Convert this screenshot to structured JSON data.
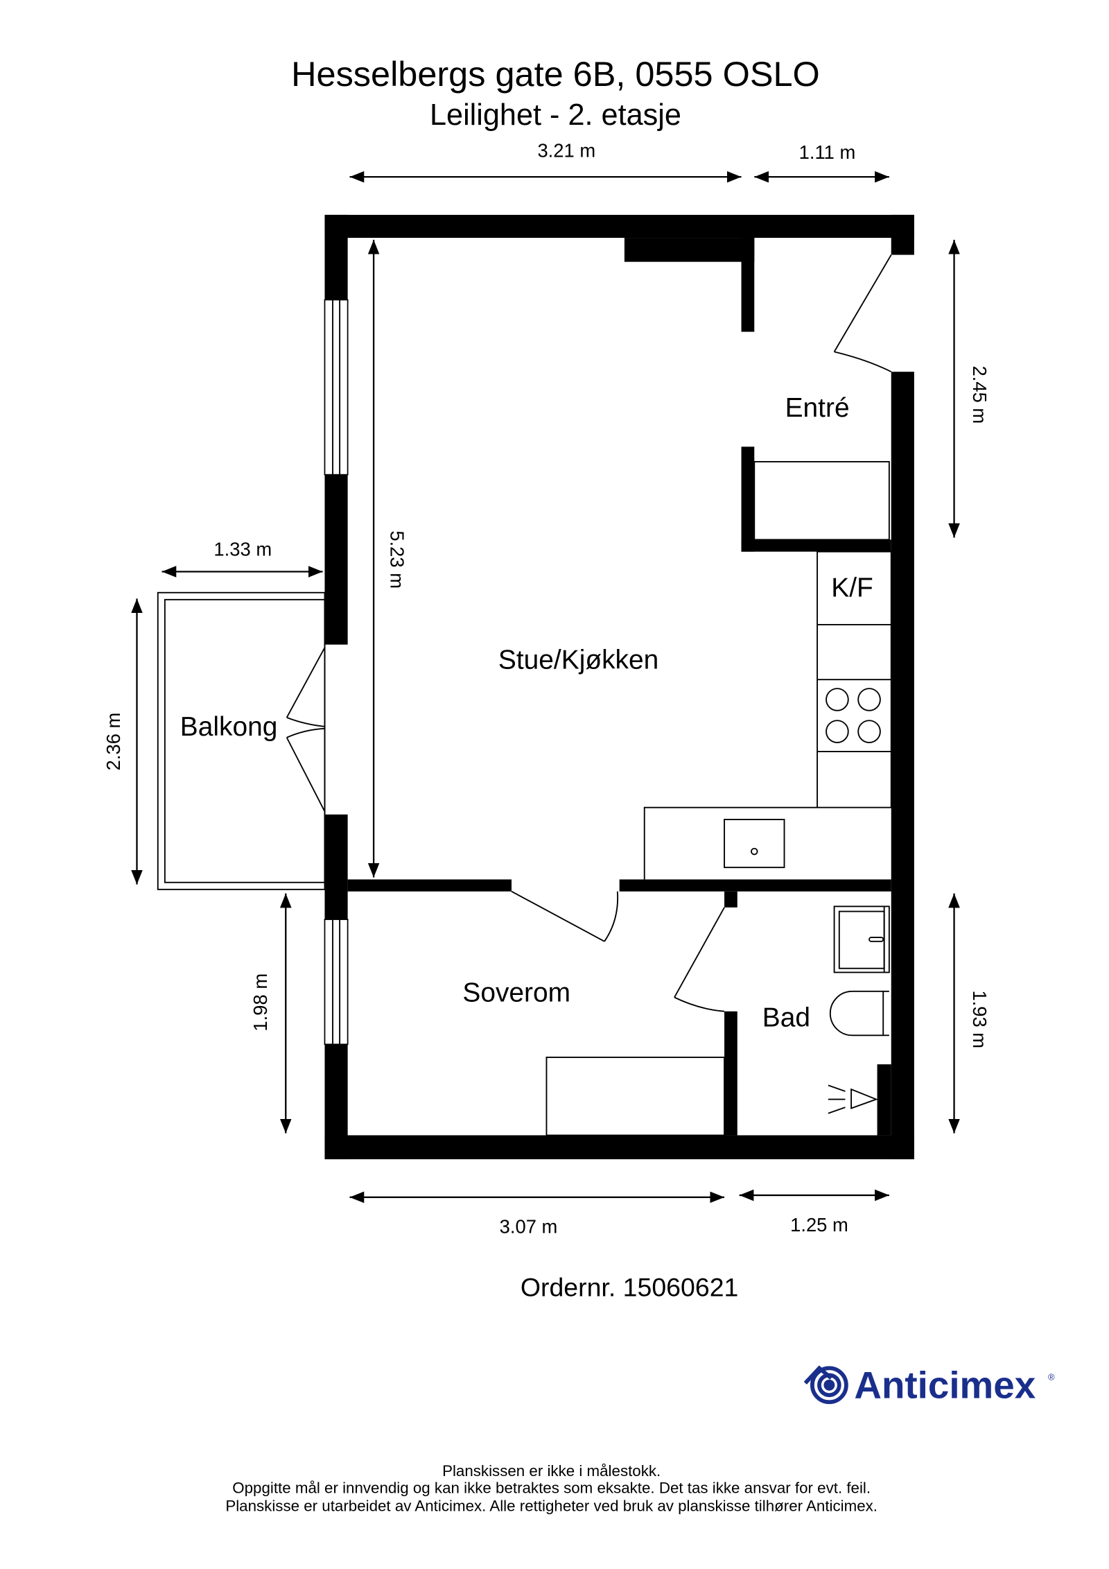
{
  "header": {
    "title": "Hesselbergs gate 6B, 0555 OSLO",
    "subtitle": "Leilighet  - 2. etasje"
  },
  "rooms": {
    "entre": "Entré",
    "kf": "K/F",
    "stue": "Stue/Kjøkken",
    "balkong": "Balkong",
    "soverom": "Soverom",
    "bad": "Bad"
  },
  "dimensions": {
    "top_left": "3.21 m",
    "top_right": "1.11 m",
    "right_upper": "2.45 m",
    "living_height": "5.23 m",
    "balcony_width": "1.33 m",
    "balcony_height": "2.36 m",
    "bedroom_height": "1.98 m",
    "bath_height": "1.93 m",
    "bottom_left": "3.07 m",
    "bottom_right": "1.25 m"
  },
  "order": "Ordernr. 15060621",
  "logo": {
    "text": "Anticimex",
    "color": "#1a2f8c"
  },
  "footer": [
    "Planskissen er ikke i målestokk.",
    "Oppgitte mål er innvendig og kan ikke betraktes som eksakte. Det tas ikke ansvar for evt. feil.",
    "Planskisse er utarbeidet av Anticimex. Alle rettigheter ved bruk av planskisse tilhører Anticimex."
  ]
}
